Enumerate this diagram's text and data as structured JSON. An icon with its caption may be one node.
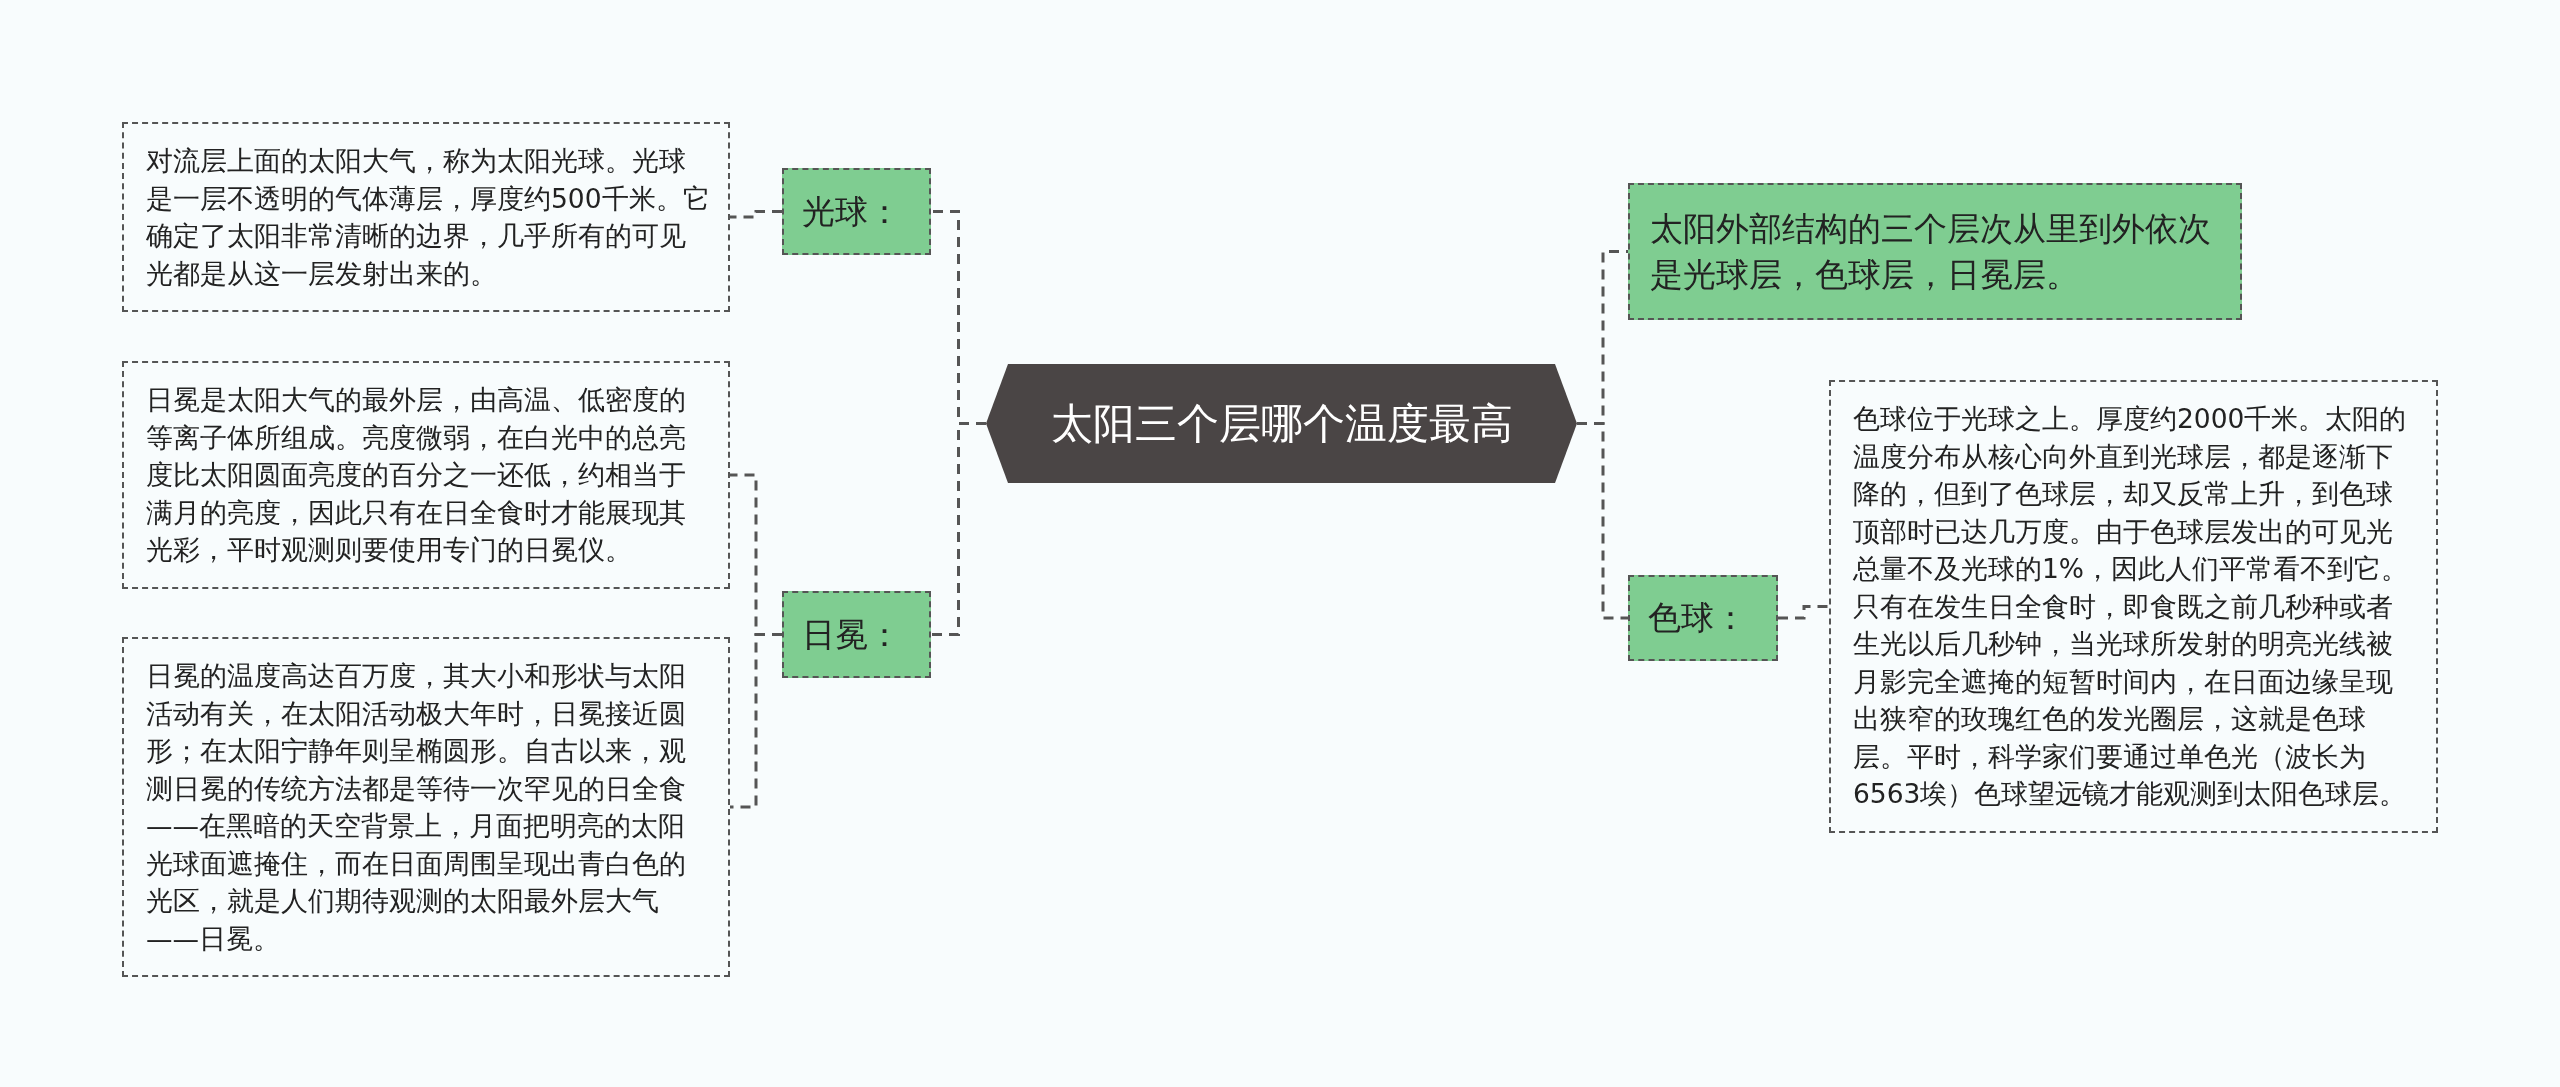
{
  "diagram": {
    "nodes": [
      {
        "text": [
          "太阳三个层哪个温度最高"
        ]
      },
      {
        "text": [
          "光球："
        ]
      },
      {
        "text": [
          "对流层上面的太阳大气，称为太阳光球。光球是一层不透明的气体薄层，厚度约500千米。它确定了太阳非常清晰的边界，几乎所有的可见光都是从这一层发射出来的。"
        ]
      },
      {
        "text": [
          "日冕："
        ]
      },
      {
        "text": [
          "日冕是太阳大气的最外层，由高温、低密度的等离子体所组成。亮度微弱，在白光中的总亮度比太阳圆面亮度的百分之一还低，约相当于满月的亮度，因此只有在日全食时才能展现其光彩，平时观测则要使用专门的日冕仪。"
        ]
      },
      {
        "text": [
          "日冕的温度高达百万度，其大小和形状与太阳活动有关，在太阳活动极大年时，日冕接近圆形；在太阳宁静年则呈椭圆形。自古以来，观测日冕的传统方法都是等待一次罕见的日全食——在黑暗的天空背景上，月面把明亮的太阳光球面遮掩住，而在日面周围呈现出青白色的光区，就是人们期待观测的太阳最外层大气——日冕。"
        ]
      },
      {
        "text": [
          "太阳外部结构的三个层次从里到外依次是光球层，色球层，日冕层。"
        ]
      },
      {
        "text": [
          "色球："
        ]
      },
      {
        "text": [
          "色球位于光球之上。厚度约2000千米。太阳的温度分布从核心向外直到光球层，都是逐渐下降的，但到了色球层，却又反常上升，到色球顶部时已达几万度。由于色球层发出的可见光总量不及光球的1%，因此人们平常看不到它。只有在发生日全食时，即食既之前几秒种或者生光以后几秒钟，当光球所发射的明亮光线被月影完全遮掩的短暂时间内，在日面边缘呈现出狭窄的玫瑰红色的发光圈层，这就是色球层。平时，科学家们要通过单色光（波长为6563埃）色球望远镜才能观测到太阳色球层。"
        ]
      }
    ],
    "edges": [
      {
        "from": 0,
        "to": 1,
        "arrow": "none"
      },
      {
        "from": 1,
        "to": 2,
        "arrow": "none"
      },
      {
        "from": 0,
        "to": 3,
        "arrow": "none"
      },
      {
        "from": 3,
        "to": 4,
        "arrow": "none"
      },
      {
        "from": 3,
        "to": 5,
        "arrow": "none"
      },
      {
        "from": 0,
        "to": 6,
        "arrow": "none"
      },
      {
        "from": 0,
        "to": 7,
        "arrow": "none"
      },
      {
        "from": 7,
        "to": 8,
        "arrow": "none"
      }
    ]
  }
}
